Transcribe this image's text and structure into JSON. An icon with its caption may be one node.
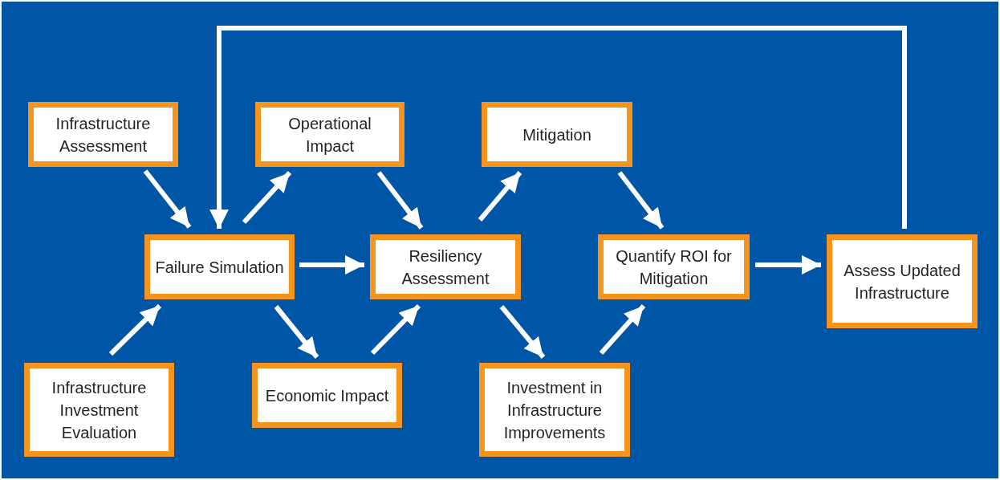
{
  "diagram": {
    "nodes": [
      {
        "text": [
          "Infrastructure Assessment"
        ]
      },
      {
        "text": [
          "Operational Impact"
        ]
      },
      {
        "text": [
          "Mitigation"
        ]
      },
      {
        "text": [
          "Failure Simulation"
        ]
      },
      {
        "text": [
          "Resiliency Assessment"
        ]
      },
      {
        "text": [
          "Quantify ROI for Mitigation"
        ]
      },
      {
        "text": [
          "Assess Updated Infrastructure"
        ]
      },
      {
        "text": [
          "Infrastructure Investment Evaluation"
        ]
      },
      {
        "text": [
          "Economic Impact"
        ]
      },
      {
        "text": [
          "Investment in Infrastructure Improvements"
        ]
      }
    ],
    "edges": [
      {
        "from": 0,
        "to": 3,
        "arrow": "to"
      },
      {
        "from": 7,
        "to": 3,
        "arrow": "to"
      },
      {
        "from": 3,
        "to": 1,
        "arrow": "to"
      },
      {
        "from": 3,
        "to": 8,
        "arrow": "to"
      },
      {
        "from": 3,
        "to": 4,
        "arrow": "to"
      },
      {
        "from": 1,
        "to": 4,
        "arrow": "to"
      },
      {
        "from": 8,
        "to": 4,
        "arrow": "to"
      },
      {
        "from": 4,
        "to": 2,
        "arrow": "to"
      },
      {
        "from": 4,
        "to": 9,
        "arrow": "to"
      },
      {
        "from": 2,
        "to": 5,
        "arrow": "to"
      },
      {
        "from": 9,
        "to": 5,
        "arrow": "to"
      },
      {
        "from": 5,
        "to": 6,
        "arrow": "to"
      },
      {
        "from": 6,
        "to": 3,
        "arrow": "to"
      }
    ]
  }
}
